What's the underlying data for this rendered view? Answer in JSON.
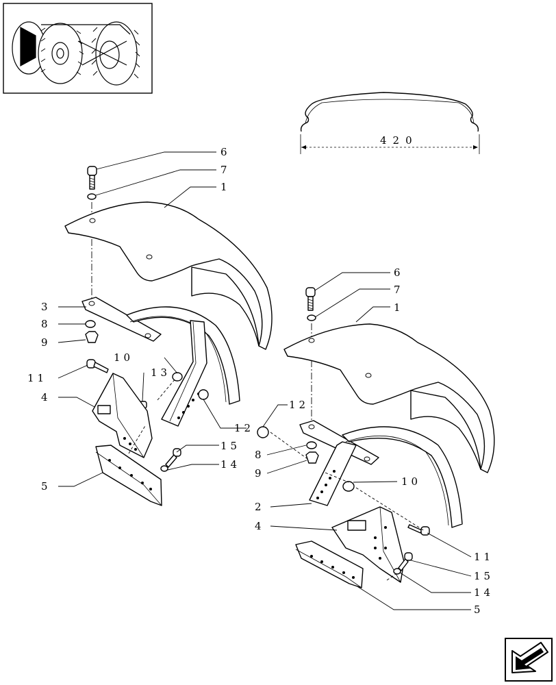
{
  "dimension": {
    "value": "420"
  },
  "callouts_left": {
    "c6": "6",
    "c7": "7",
    "c1": "1",
    "c3": "3",
    "c8": "8",
    "c9": "9",
    "c10": "10",
    "c11": "11",
    "c13": "13",
    "c4": "4",
    "c12": "12",
    "c15": "15",
    "c14": "14",
    "c5": "5"
  },
  "callouts_right": {
    "c6": "6",
    "c7": "7",
    "c1": "1",
    "c12": "12",
    "c8": "8",
    "c9": "9",
    "c10": "10",
    "c2": "2",
    "c4": "4",
    "c11": "11",
    "c15": "15",
    "c14": "14",
    "c5": "5"
  },
  "thumbnail": {
    "icon": "tractor-thumbnail-icon"
  },
  "nav": {
    "icon": "next-page-arrow-icon"
  }
}
